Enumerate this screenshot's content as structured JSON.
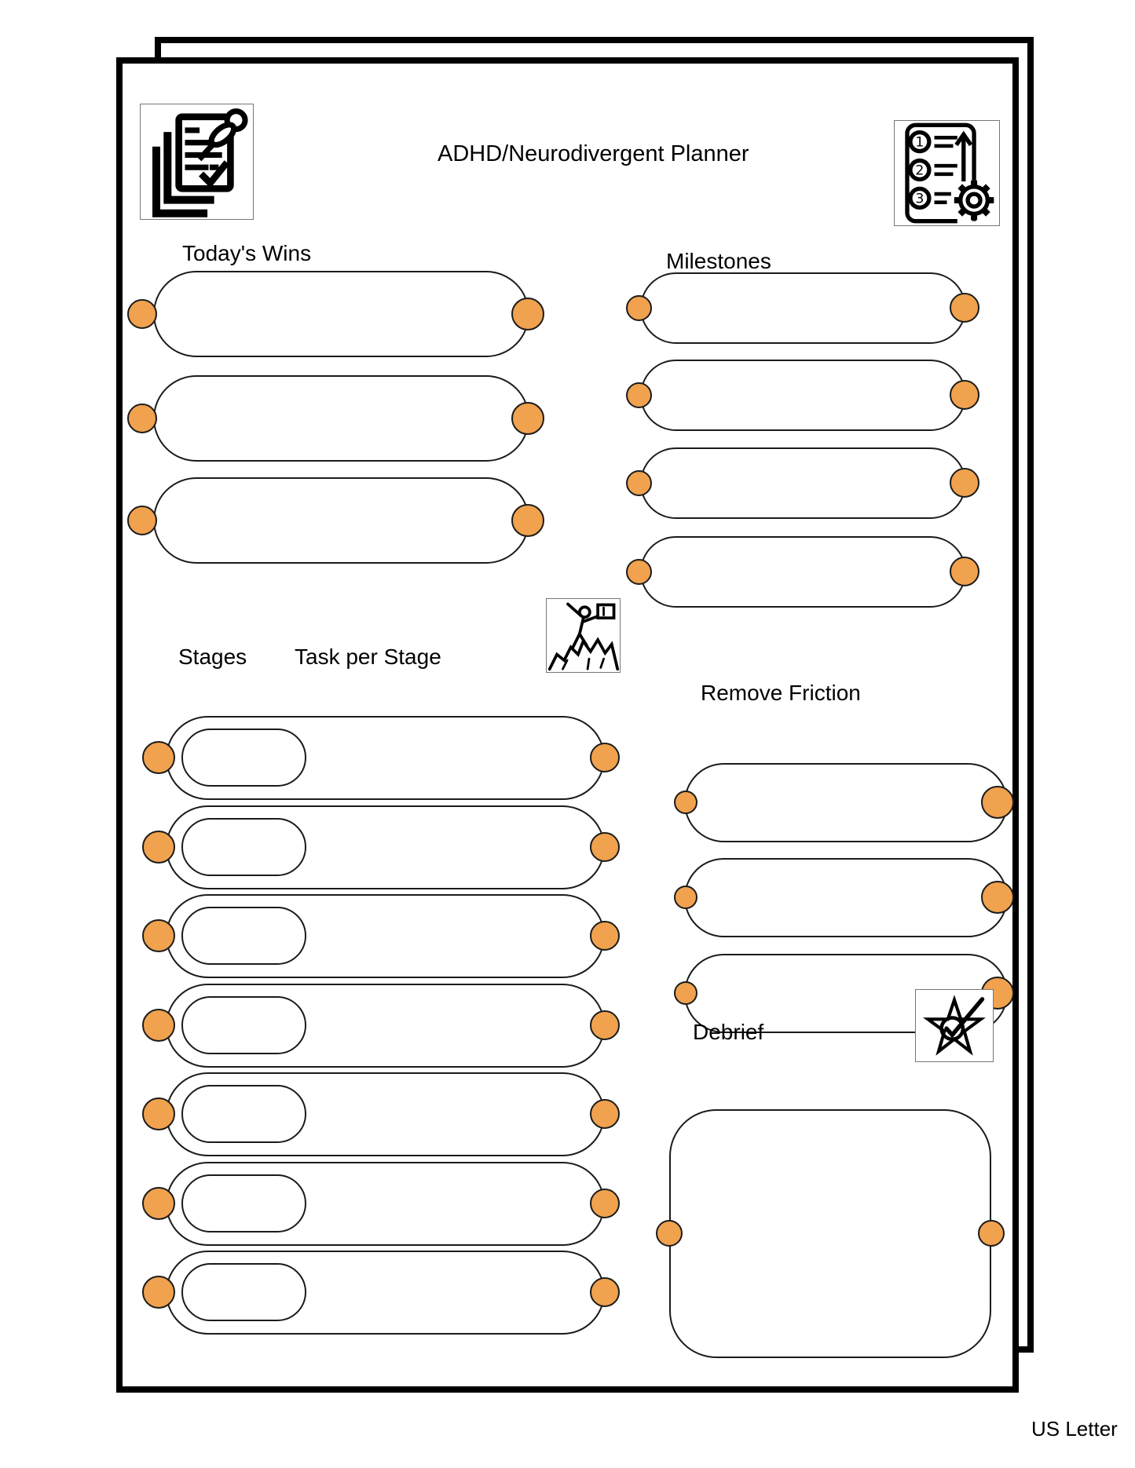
{
  "page": {
    "title": "ADHD/Neurodivergent Planner",
    "size_label": "US Letter"
  },
  "colors": {
    "connector_orange": "#F0A24E",
    "shape_stroke": "#1b1b1b",
    "page_border": "#000000"
  },
  "icons": {
    "top_left": "clipboard-pushpin-icon",
    "top_right": "numbered-steps-gear-icon",
    "stages": "mountain-climber-flag-icon",
    "debrief": "star-checkmark-icon"
  },
  "sections": {
    "todays_wins": {
      "label": "Today's Wins",
      "row_count": 3,
      "rows": [
        "",
        "",
        ""
      ]
    },
    "milestones": {
      "label": "Milestones",
      "row_count": 4,
      "rows": [
        "",
        "",
        "",
        ""
      ]
    },
    "stages": {
      "label": "Stages",
      "task_label": "Task per Stage",
      "row_count": 7,
      "rows": [
        {
          "stage": "",
          "task": ""
        },
        {
          "stage": "",
          "task": ""
        },
        {
          "stage": "",
          "task": ""
        },
        {
          "stage": "",
          "task": ""
        },
        {
          "stage": "",
          "task": ""
        },
        {
          "stage": "",
          "task": ""
        },
        {
          "stage": "",
          "task": ""
        }
      ]
    },
    "remove_friction": {
      "label": "Remove Friction",
      "row_count": 3,
      "rows": [
        "",
        "",
        ""
      ]
    },
    "debrief": {
      "label": "Debrief",
      "value": ""
    }
  }
}
